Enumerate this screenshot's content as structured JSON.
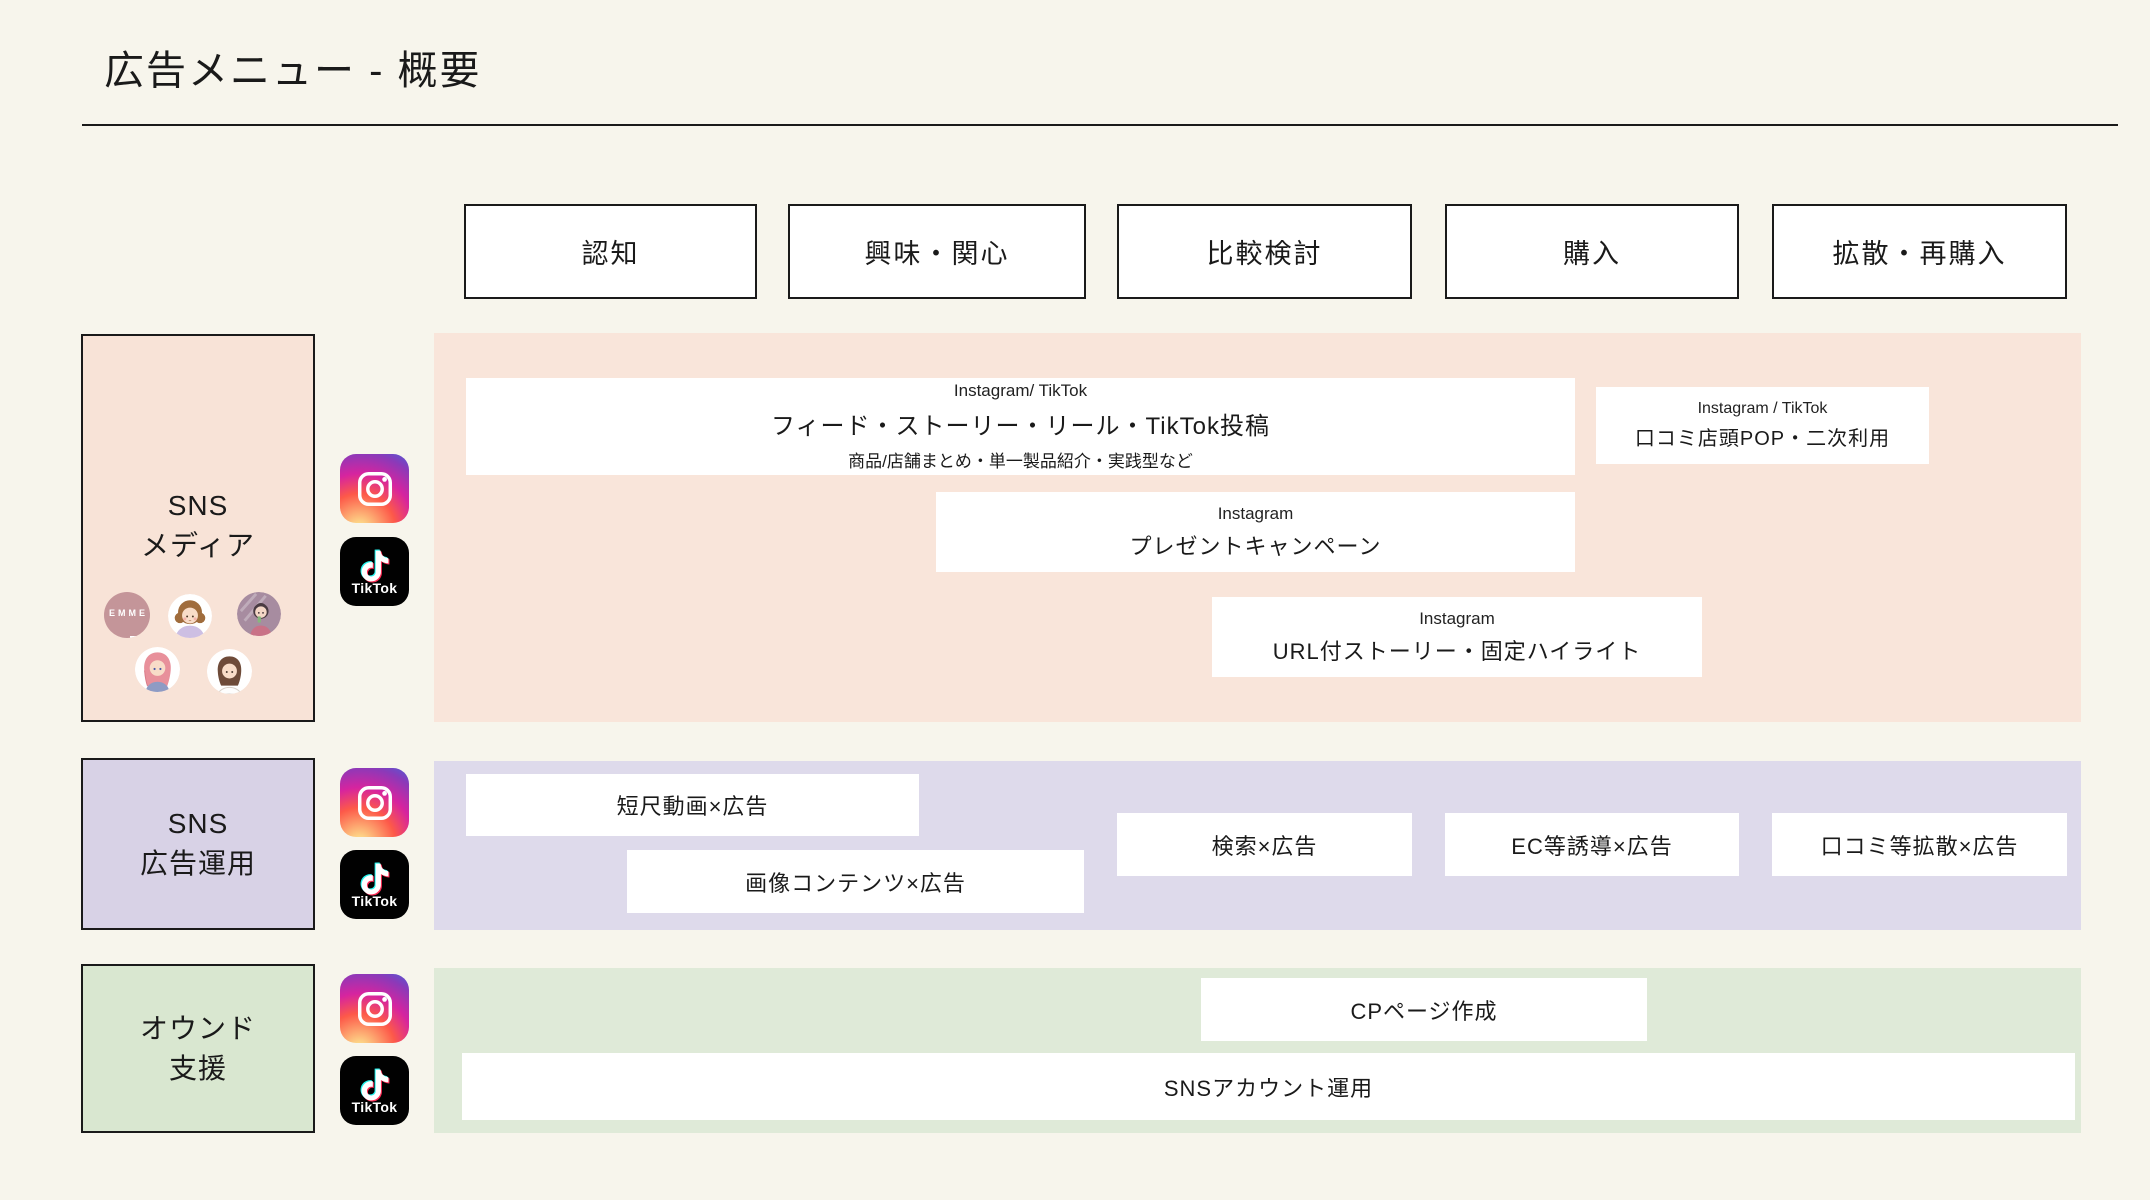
{
  "colors": {
    "page-bg": "#f7f5ec",
    "ink": "#1a1a1a",
    "peach-band": "#f9e5da",
    "peach-box": "#f8e3d7",
    "purple-band": "#dedaeb",
    "purple-box": "#d8d2e6",
    "green-band": "#dfead8",
    "green-box": "#d9e7d0",
    "emme-brand": "#c49599",
    "tiktok-cyan": "#25f4ee",
    "tiktok-red": "#fe2c55",
    "white-box": "#ffffff"
  },
  "header": {
    "title": "広告メニュー - 概要"
  },
  "funnel": {
    "stages": [
      "認知",
      "興味・関心",
      "比較検討",
      "購入",
      "拡散・再購入"
    ]
  },
  "rows": {
    "sns_media": {
      "label": {
        "line1": "SNS",
        "line2": "メディア"
      },
      "avatars": {
        "emme": "EMME"
      },
      "boxes": {
        "feed": {
          "tag": "Instagram/ TikTok",
          "title": "フィード・ストーリー・リール・TikTok投稿",
          "sub": "商品/店舗まとめ・単一製品紹介・実践型など"
        },
        "pop": {
          "tag": "Instagram / TikTok",
          "title": "口コミ店頭POP・二次利用"
        },
        "present": {
          "tag": "Instagram",
          "title": "プレゼントキャンペーン"
        },
        "url": {
          "tag": "Instagram",
          "title": "URL付ストーリー・固定ハイライト"
        }
      }
    },
    "sns_ads": {
      "label": {
        "line1": "SNS",
        "line2": "広告運用"
      },
      "boxes": {
        "short_video": "短尺動画×広告",
        "image": "画像コンテンツ×広告",
        "search": "検索×広告",
        "ec": "EC等誘導×広告",
        "spread": "口コミ等拡散×広告"
      }
    },
    "owned": {
      "label": {
        "line1": "オウンド",
        "line2": "支援"
      },
      "boxes": {
        "cp": "CPページ作成",
        "account": "SNSアカウント運用"
      }
    }
  },
  "brand": {
    "tiktok_wordmark": "TikTok"
  }
}
